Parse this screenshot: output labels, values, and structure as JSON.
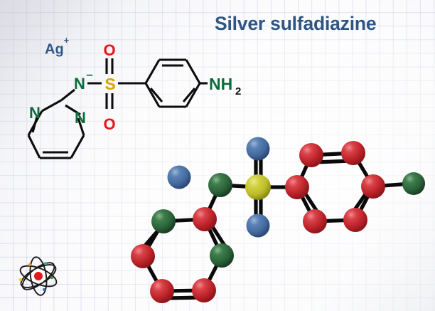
{
  "page": {
    "title": "Silver sulfadiazine",
    "title_color": "#2e5584",
    "background": "graph-paper",
    "grid_color": "#9698be"
  },
  "labels": {
    "silver_ion": "Ag",
    "silver_ion_charge": "+",
    "nitrogen_anion": "N",
    "nitrogen_anion_charge": "–",
    "oxygen_top": "O",
    "oxygen_bottom": "O",
    "sulfur": "S",
    "ring_nitrogen_1": "N",
    "ring_nitrogen_2": "N",
    "amine": "NH",
    "amine_subscript": "2"
  },
  "element_colors": {
    "nitrogen": "#0b6b3a",
    "oxygen": "#e8141b",
    "sulfur": "#d8a400",
    "carbon_bond": "#0d0d0d",
    "silver": "#2e5584"
  },
  "model_colors": {
    "carbon_sphere": "#c0272d",
    "nitrogen_sphere": "#2d6b3c",
    "oxygen_sphere": "#4a72a8",
    "sulfur_sphere": "#c8c832",
    "silver_sphere": "#4a72a8",
    "bond": "#0a0a0a"
  },
  "structure": {
    "name": "skeletal-formula",
    "fragments": [
      "pyrimidine ring with two nitrogen atoms",
      "sulfonamide nitrogen anion",
      "sulfonyl group with two double-bonded oxygens",
      "benzene ring",
      "primary amine NH2"
    ]
  },
  "ball_and_stick": {
    "name": "3d-ball-and-stick-model",
    "atoms": [
      {
        "element": "Ag",
        "color": "#4a72a8",
        "count": 1
      },
      {
        "element": "S",
        "color": "#c8c832",
        "count": 1
      },
      {
        "element": "O",
        "color": "#4a72a8",
        "count": 2
      },
      {
        "element": "N",
        "color": "#2d6b3c",
        "count": 4
      },
      {
        "element": "C",
        "color": "#c0272d",
        "count": 10
      }
    ]
  },
  "logo": {
    "name": "atom-logo",
    "nucleus_color": "#e01b1b",
    "orbit_color": "#1a1a1a",
    "electron_colors": [
      "#f08c1e",
      "#3fae8e",
      "#f2c71e",
      "#3b6fc4",
      "#3f8a3f"
    ]
  }
}
